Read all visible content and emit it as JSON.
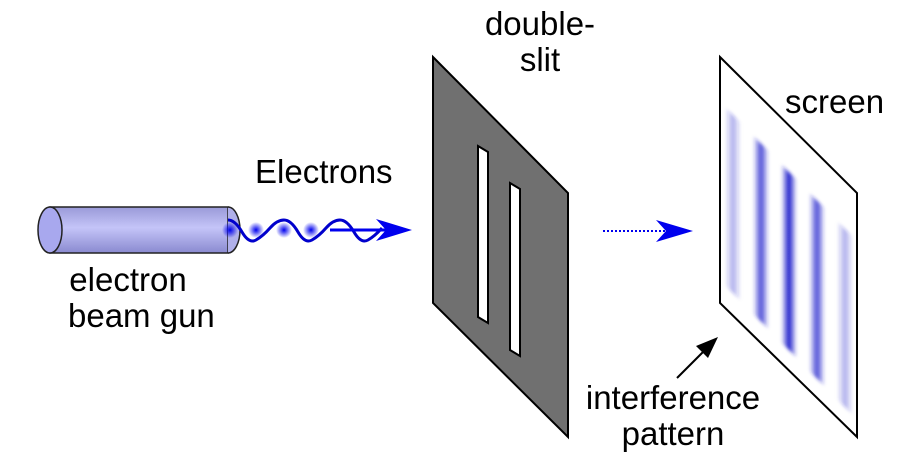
{
  "labels": {
    "electrons": "Electrons",
    "gun_line1": "electron",
    "gun_line2": "beam gun",
    "slit_line1": "double-",
    "slit_line2": "slit",
    "screen": "screen",
    "pattern_line1": "interference",
    "pattern_line2": "pattern"
  },
  "colors": {
    "beam": "#0000ee",
    "gun": "#b4b4f0",
    "slit_panel": "#707070",
    "fringes": "#2222cc"
  },
  "fringe_intensity": [
    0.35,
    0.8,
    1.0,
    0.8,
    0.35
  ]
}
